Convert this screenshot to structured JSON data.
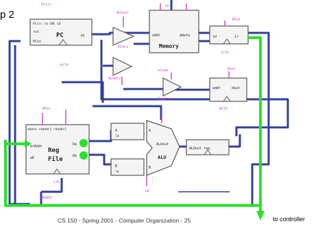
{
  "slide": {
    "title_fragment": "p 2",
    "footer": "CS 150 - Spring 2001 - Computer Organization - 25",
    "to_controller": "to controller"
  },
  "blocks": {
    "pc": {
      "top_inputs": "PCsrc ld INC LD",
      "reset": "rst",
      "in": "PCin",
      "out": "PC",
      "name": "PC",
      "clk": "pclk"
    },
    "memory": {
      "din": "addr",
      "dout": "ddata",
      "name": "Memory",
      "signal": "rw"
    },
    "ir": {
      "in": "ld",
      "out": "ir",
      "clk": "iclk"
    },
    "mar_reg": {
      "in": "addr",
      "out": "dout",
      "clk": "mclk"
    },
    "reg_file": {
      "inputs": "wdata rdaddr1 rdaddr2",
      "waddr": "wrAddr",
      "we": "wE",
      "out1": "Da",
      "out2": "Db",
      "name1": "Reg",
      "name2": "File",
      "clk": "clk"
    },
    "alu": {
      "a_in": "A",
      "b_in": "B",
      "op": "op",
      "name": "ALU",
      "out": "ALUout"
    },
    "a_reg": {
      "label": "A",
      "sub": "ld"
    },
    "b_reg": {
      "label": "B",
      "sub": "ld"
    },
    "out_reg": {
      "label": "ALUout reg"
    },
    "tristate_1": {
      "label": "PCdrv"
    },
    "tristate_2": {
      "label": "ALUdrv"
    },
    "tristate_3": {
      "label": "MemDrv"
    }
  },
  "signals": [
    "PCsrc",
    "ALUsel",
    "IRld",
    "RFwr",
    "aluop",
    "Bsel",
    "MemRd"
  ],
  "colors": {
    "bus": "#2f3f9e",
    "control": "#d03bc8",
    "highlight": "#27e327"
  }
}
